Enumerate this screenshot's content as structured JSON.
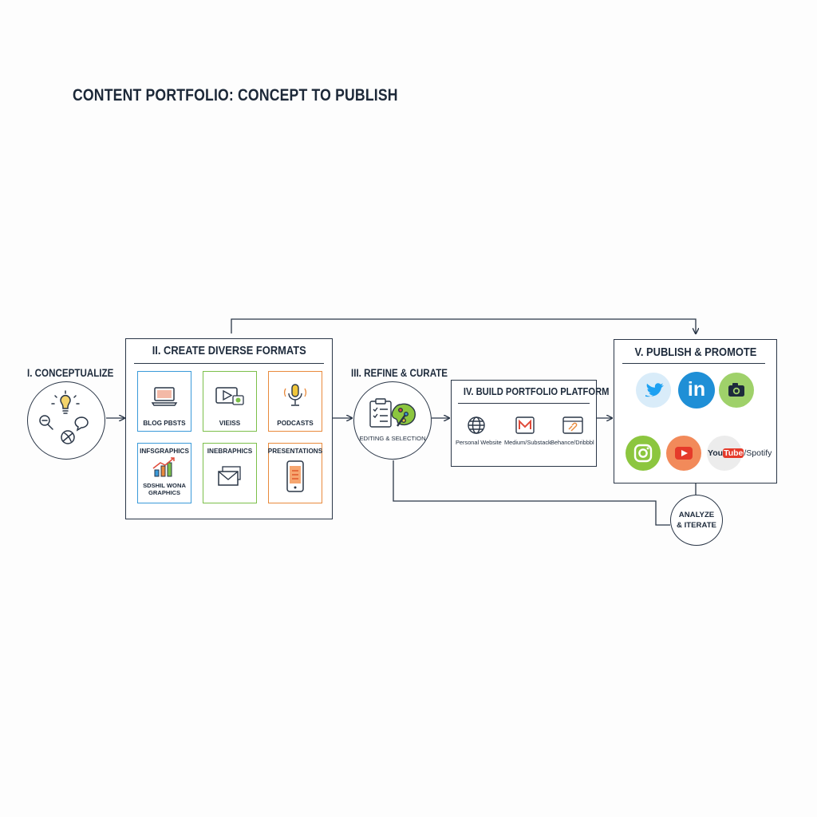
{
  "title": "CONTENT PORTFOLIO: CONCEPT TO PUBLISH",
  "stages": {
    "conceptualize": {
      "label": "I. CONCEPTUALIZE"
    },
    "create": {
      "label": "II. CREATE DIVERSE FORMATS",
      "tiles": [
        {
          "label": "BLOG PBSTS",
          "icon": "laptop-icon",
          "color": "#3a9ad9"
        },
        {
          "label": "VIEISS",
          "icon": "video-icon",
          "color": "#7cbf4a"
        },
        {
          "label": "PODCASTS",
          "icon": "microphone-icon",
          "color": "#e98a3c"
        },
        {
          "label": "INFSGRAPHICS",
          "sublabel": "SDSHIL WONA GRAPHICS",
          "icon": "growth-chart-icon",
          "color": "#3a9ad9"
        },
        {
          "label": "INEBRAPHICS",
          "icon": "envelope-icon",
          "color": "#7cbf4a"
        },
        {
          "label": "PRESENTATIONS",
          "icon": "phone-icon",
          "color": "#e98a3c"
        }
      ]
    },
    "refine": {
      "label": "III. REFINE & CURATE",
      "caption": "EDITING & SELECTION"
    },
    "build": {
      "label": "IV. BUILD PORTFOLIO PLATFORM",
      "items": [
        {
          "label": "Personal Website",
          "icon": "globe-icon"
        },
        {
          "label": "Medium/Substack",
          "icon": "medium-icon"
        },
        {
          "label": "Behance/Dribbbl",
          "icon": "browser-link-icon"
        }
      ]
    },
    "publish": {
      "label": "V. PUBLISH & PROMOTE",
      "linkedin_text": "in",
      "youtube_text": "YouTube",
      "youtube_split": [
        "You",
        "Tube"
      ],
      "spotify_text": "/Spotify",
      "colors": {
        "twitter": "#1da1f2",
        "linkedin": "#1f8fd6",
        "camera": "#9fd16a",
        "instagram": "#8cc63f",
        "youtube": "#f28a5a",
        "spotify": "#ececec"
      }
    },
    "analyze": {
      "line1": "ANALYZE",
      "line2": "& ITERATE"
    }
  }
}
